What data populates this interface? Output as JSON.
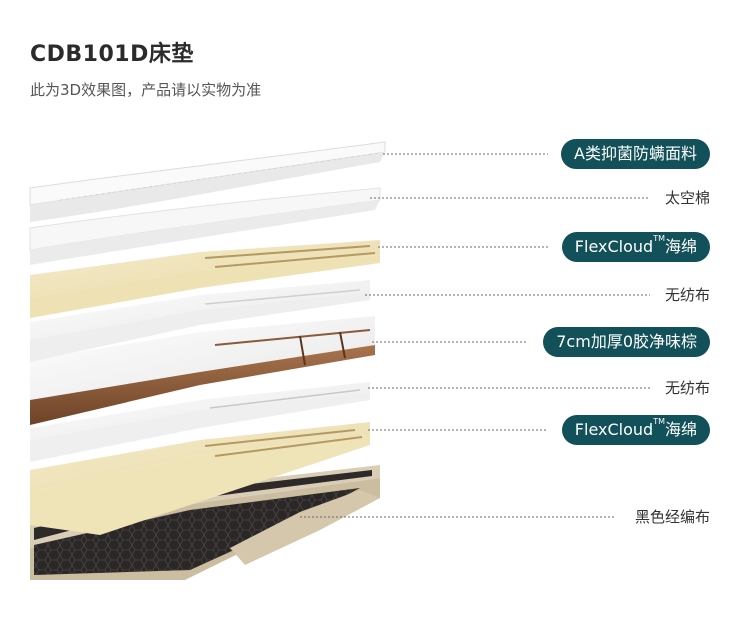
{
  "header": {
    "title": "CDB101D床垫",
    "subtitle": "此为3D效果图，产品请以实物为准"
  },
  "layers": [
    {
      "label": "A类抑菌防螨面料",
      "style": "pill"
    },
    {
      "label": "太空棉",
      "style": "plain"
    },
    {
      "label_main": "FlexCloud",
      "label_tm": "TM",
      "label_suffix": "海绵",
      "style": "pill"
    },
    {
      "label": "无纺布",
      "style": "plain"
    },
    {
      "label": "7cm加厚0胶净味棕",
      "style": "pill"
    },
    {
      "label": "无纺布",
      "style": "plain"
    },
    {
      "label_main": "FlexCloud",
      "label_tm": "TM",
      "label_suffix": "海绵",
      "style": "pill"
    },
    {
      "label": "黑色经编布",
      "style": "plain"
    }
  ],
  "colors": {
    "pill_bg": "#12505a",
    "pill_text": "#ffffff",
    "leader_line": "#6a6a6a",
    "foam_white": "#f4f4f4",
    "memory_foam_cream": "#efe3b8",
    "coconut_fiber_brown": "#8b5a3a",
    "base_black": "#2a2726"
  }
}
